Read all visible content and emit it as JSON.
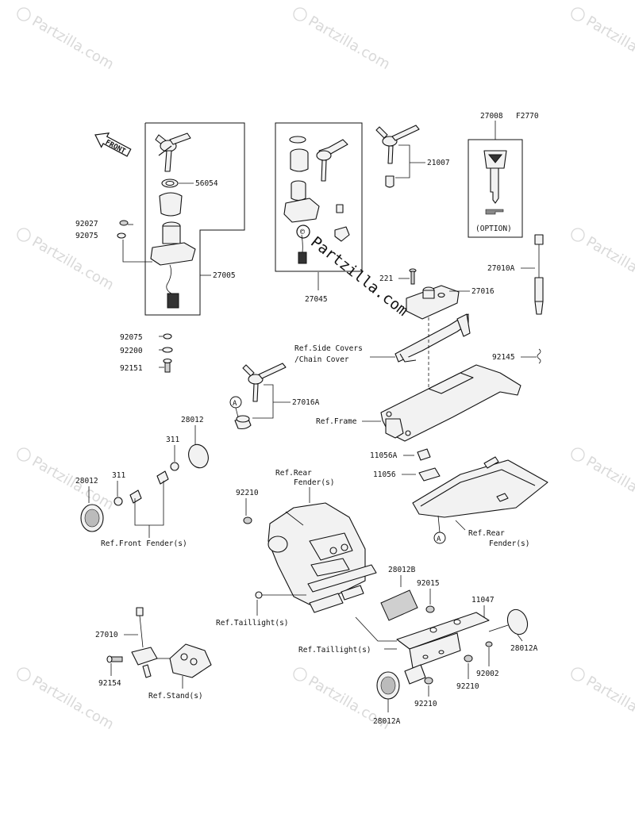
{
  "figure_code": "F2770",
  "front_arrow_label": "FRONT",
  "center_watermark": "Partzilla.com",
  "corner_watermark": "Partzilla.com",
  "callouts": {
    "p27008": "27008",
    "option": "(OPTION)",
    "p56054": "56054",
    "p92027": "92027",
    "p92075a": "92075",
    "p27005": "27005",
    "p92075b": "92075",
    "p92200": "92200",
    "p92151": "92151",
    "p27045": "27045",
    "p21007": "21007",
    "p221": "221",
    "p27016": "27016",
    "p27010A": "27010A",
    "ref_side_covers_1": "Ref.Side Covers",
    "ref_side_covers_2": "/Chain Cover",
    "p92145": "92145",
    "p27016A": "27016A",
    "ref_frame": "Ref.Frame",
    "circle_a": "A",
    "p28012_top": "28012",
    "p311_top": "311",
    "p311_left": "311",
    "p28012_left": "28012",
    "ref_front_fender": "Ref.Front Fender(s)",
    "p11056A": "11056A",
    "p11056": "11056",
    "ref_rear_fender_top_1": "Ref.Rear",
    "ref_rear_fender_top_2": "Fender(s)",
    "p92210_top": "92210",
    "ref_rear_fender_right_1": "Ref.Rear",
    "ref_rear_fender_right_2": "Fender(s)",
    "p28012B": "28012B",
    "p92015": "92015",
    "p11047": "11047",
    "ref_taillight_1": "Ref.Taillight(s)",
    "ref_taillight_2": "Ref.Taillight(s)",
    "p27010": "27010",
    "p92154": "92154",
    "ref_stand": "Ref.Stand(s)",
    "p28012A_right": "28012A",
    "p92002": "92002",
    "p92210_mid": "92210",
    "p92210_bottom": "92210",
    "p28012A_bottom": "28012A"
  }
}
